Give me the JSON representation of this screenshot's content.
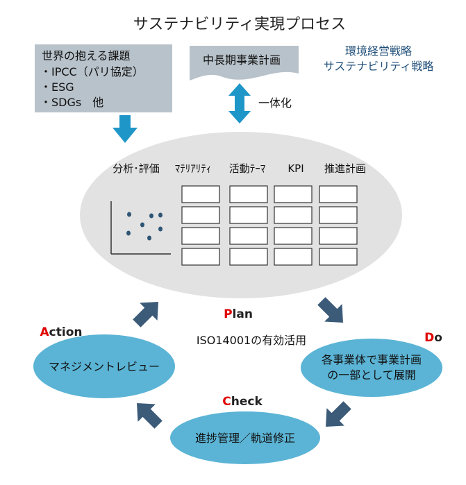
{
  "title": "サステナビリティ実現プロセス",
  "global_issues": {
    "heading": "世界の抱える課題",
    "items": [
      "・IPCC（パリ協定）",
      "・ESG",
      "・SDGs　他"
    ]
  },
  "midterm_plan": {
    "label": "中長期事業計画"
  },
  "strategies": [
    "環境経営戦略",
    "サステナビリティ戦略"
  ],
  "integration_label": "一体化",
  "plan_columns": [
    "分析･評価",
    "ﾏﾃﾘｱﾘﾃｨ",
    "活動ﾃｰﾏ",
    "KPI",
    "推進計画"
  ],
  "cycle": {
    "plan": {
      "initial": "P",
      "rest": "lan"
    },
    "do": {
      "initial": "D",
      "rest": "o",
      "lines": [
        "各事業体で事業計画",
        "の一部として展開"
      ]
    },
    "check": {
      "initial": "C",
      "rest": "heck",
      "text": "進捗管理／軌道修正"
    },
    "action": {
      "initial": "A",
      "rest": "ction",
      "text": "マネジメントレビュー"
    }
  },
  "center_label": "ISO14001の有効活用",
  "colors": {
    "accent_red": "#E00000",
    "arrow_light_blue": "#1F96C8",
    "arrow_dark": "#3B5B78",
    "ellipse_blue": "#5BB4D5",
    "ellipse_grey": "#E2E2E2",
    "box_grey": "#B8C2CA",
    "strategy_text": "#1F4E79"
  }
}
